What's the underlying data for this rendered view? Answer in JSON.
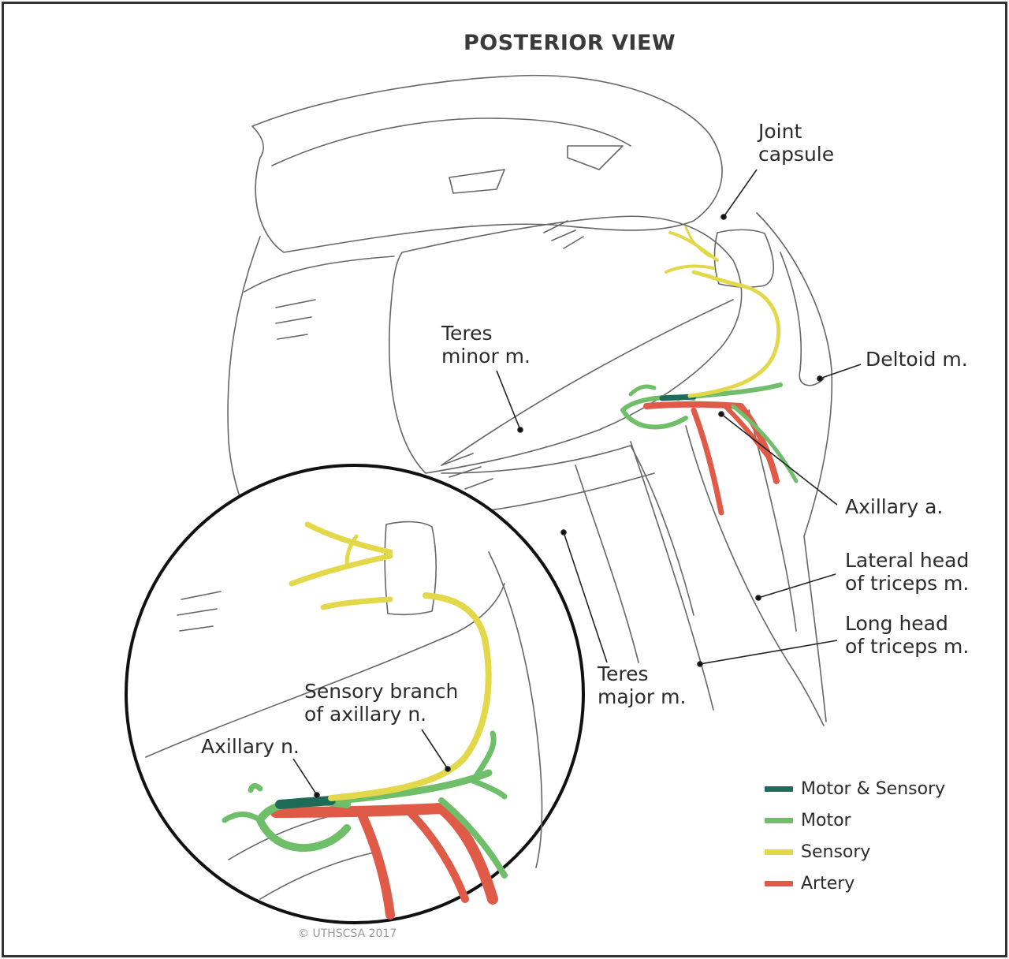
{
  "title": "POSTERIOR VIEW",
  "labels": {
    "joint_capsule": "Joint\ncapsule",
    "deltoid": "Deltoid m.",
    "teres_minor": "Teres\nminor m.",
    "axillary_a": "Axillary a.",
    "lateral_head": "Lateral head\nof triceps m.",
    "long_head": "Long head\nof triceps m.",
    "teres_major": "Teres\nmajor m.",
    "sensory_branch": "Sensory branch\nof axillary n.",
    "axillary_n": "Axillary n."
  },
  "legend": [
    {
      "label": "Motor & Sensory",
      "color": "#1f6b5a"
    },
    {
      "label": "Motor",
      "color": "#6fbf6a"
    },
    {
      "label": "Sensory",
      "color": "#e3d84a"
    },
    {
      "label": "Artery",
      "color": "#e05a48"
    }
  ],
  "copyright": "© UTHSCSA 2017",
  "colors": {
    "outline": "#555555",
    "motor_sensory": "#1f6b5a",
    "motor": "#6fbf6a",
    "sensory": "#e3d84a",
    "artery": "#e05a48"
  }
}
